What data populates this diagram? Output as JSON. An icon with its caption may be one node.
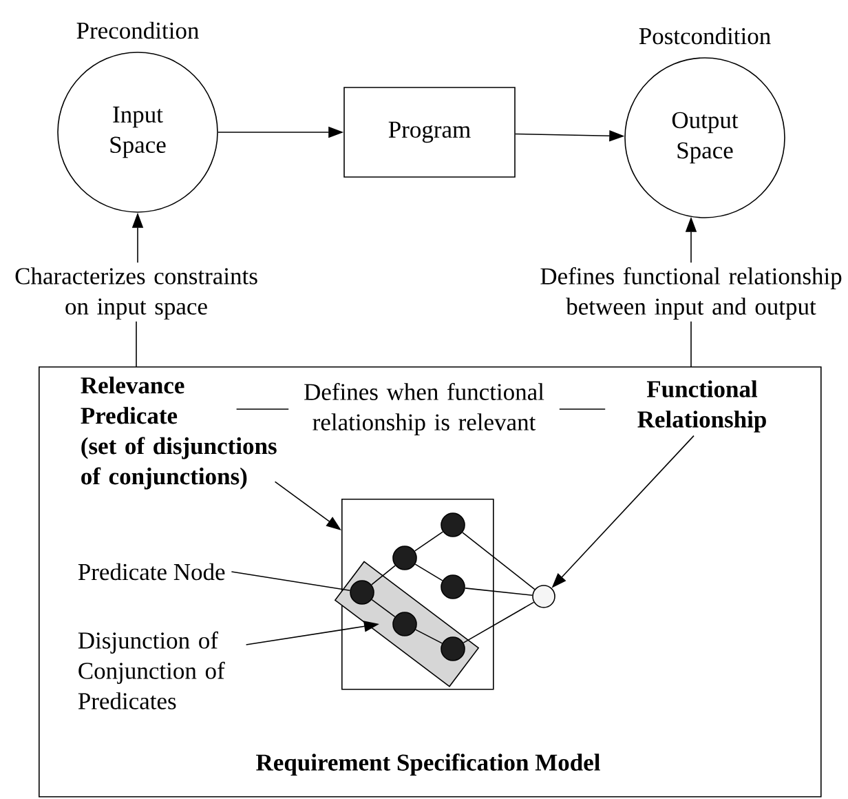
{
  "diagram": {
    "nodes": [
      {
        "text": [
          "Input Space"
        ],
        "beside": [
          "Precondition"
        ]
      },
      {
        "text": [
          "Program"
        ]
      },
      {
        "text": [
          "Output Space"
        ],
        "beside": [
          "Postcondition"
        ]
      },
      {
        "text": [
          "Characterizes constraints on input space"
        ]
      },
      {
        "text": [
          "Defines functional relationship between input and output"
        ]
      },
      {
        "text": [
          "Requirement Specification Model"
        ]
      },
      {
        "text": [
          "Relevance Predicate",
          "(set of disjunctions of conjunctions)"
        ],
        "in": 5
      },
      {
        "text": [
          "Defines when functional relationship is relevant"
        ],
        "in": 5
      },
      {
        "text": [
          "Functional Relationship"
        ],
        "in": 5
      },
      {
        "text": [
          "Predicate Node"
        ],
        "in": 5
      },
      {
        "text": [
          "Disjunction of Conjunction of Predicates"
        ],
        "in": 5
      },
      {
        "text": [],
        "shape": "box",
        "in": 5
      },
      {
        "text": [],
        "shape": "bar",
        "in": 11
      },
      {
        "text": [],
        "shape": "circle",
        "in": 12
      },
      {
        "text": [],
        "shape": "circle",
        "in": 11
      },
      {
        "text": [],
        "shape": "circle",
        "in": 11
      },
      {
        "text": [],
        "shape": "circle",
        "in": 11
      },
      {
        "text": [],
        "shape": "circle",
        "in": 12
      },
      {
        "text": [],
        "shape": "circle",
        "in": 12
      },
      {
        "text": [],
        "shape": "circle",
        "in": 5
      }
    ],
    "edges": [
      {
        "from": 0,
        "to": 1,
        "arrow": "to"
      },
      {
        "from": 1,
        "to": 2,
        "arrow": "to"
      },
      {
        "from": 5,
        "to": 3,
        "arrow": "none"
      },
      {
        "from": 3,
        "to": 0,
        "arrow": "to"
      },
      {
        "from": 5,
        "to": 4,
        "arrow": "none"
      },
      {
        "from": 4,
        "to": 2,
        "arrow": "to"
      },
      {
        "from": 6,
        "to": 7,
        "arrow": "none"
      },
      {
        "from": 7,
        "to": 8,
        "arrow": "none"
      },
      {
        "from": 6,
        "to": 11,
        "arrow": "to"
      },
      {
        "from": 8,
        "to": 19,
        "arrow": "to"
      },
      {
        "from": 9,
        "to": 13,
        "arrow": "none"
      },
      {
        "from": 10,
        "to": 12,
        "arrow": "to"
      },
      {
        "from": 13,
        "to": 14,
        "arrow": "none"
      },
      {
        "from": 14,
        "to": 15,
        "arrow": "none"
      },
      {
        "from": 14,
        "to": 16,
        "arrow": "none"
      },
      {
        "from": 13,
        "to": 17,
        "arrow": "none"
      },
      {
        "from": 17,
        "to": 18,
        "arrow": "none"
      },
      {
        "from": 15,
        "to": 19,
        "arrow": "none"
      },
      {
        "from": 16,
        "to": 19,
        "arrow": "none"
      },
      {
        "from": 18,
        "to": 19,
        "arrow": "none"
      }
    ]
  }
}
